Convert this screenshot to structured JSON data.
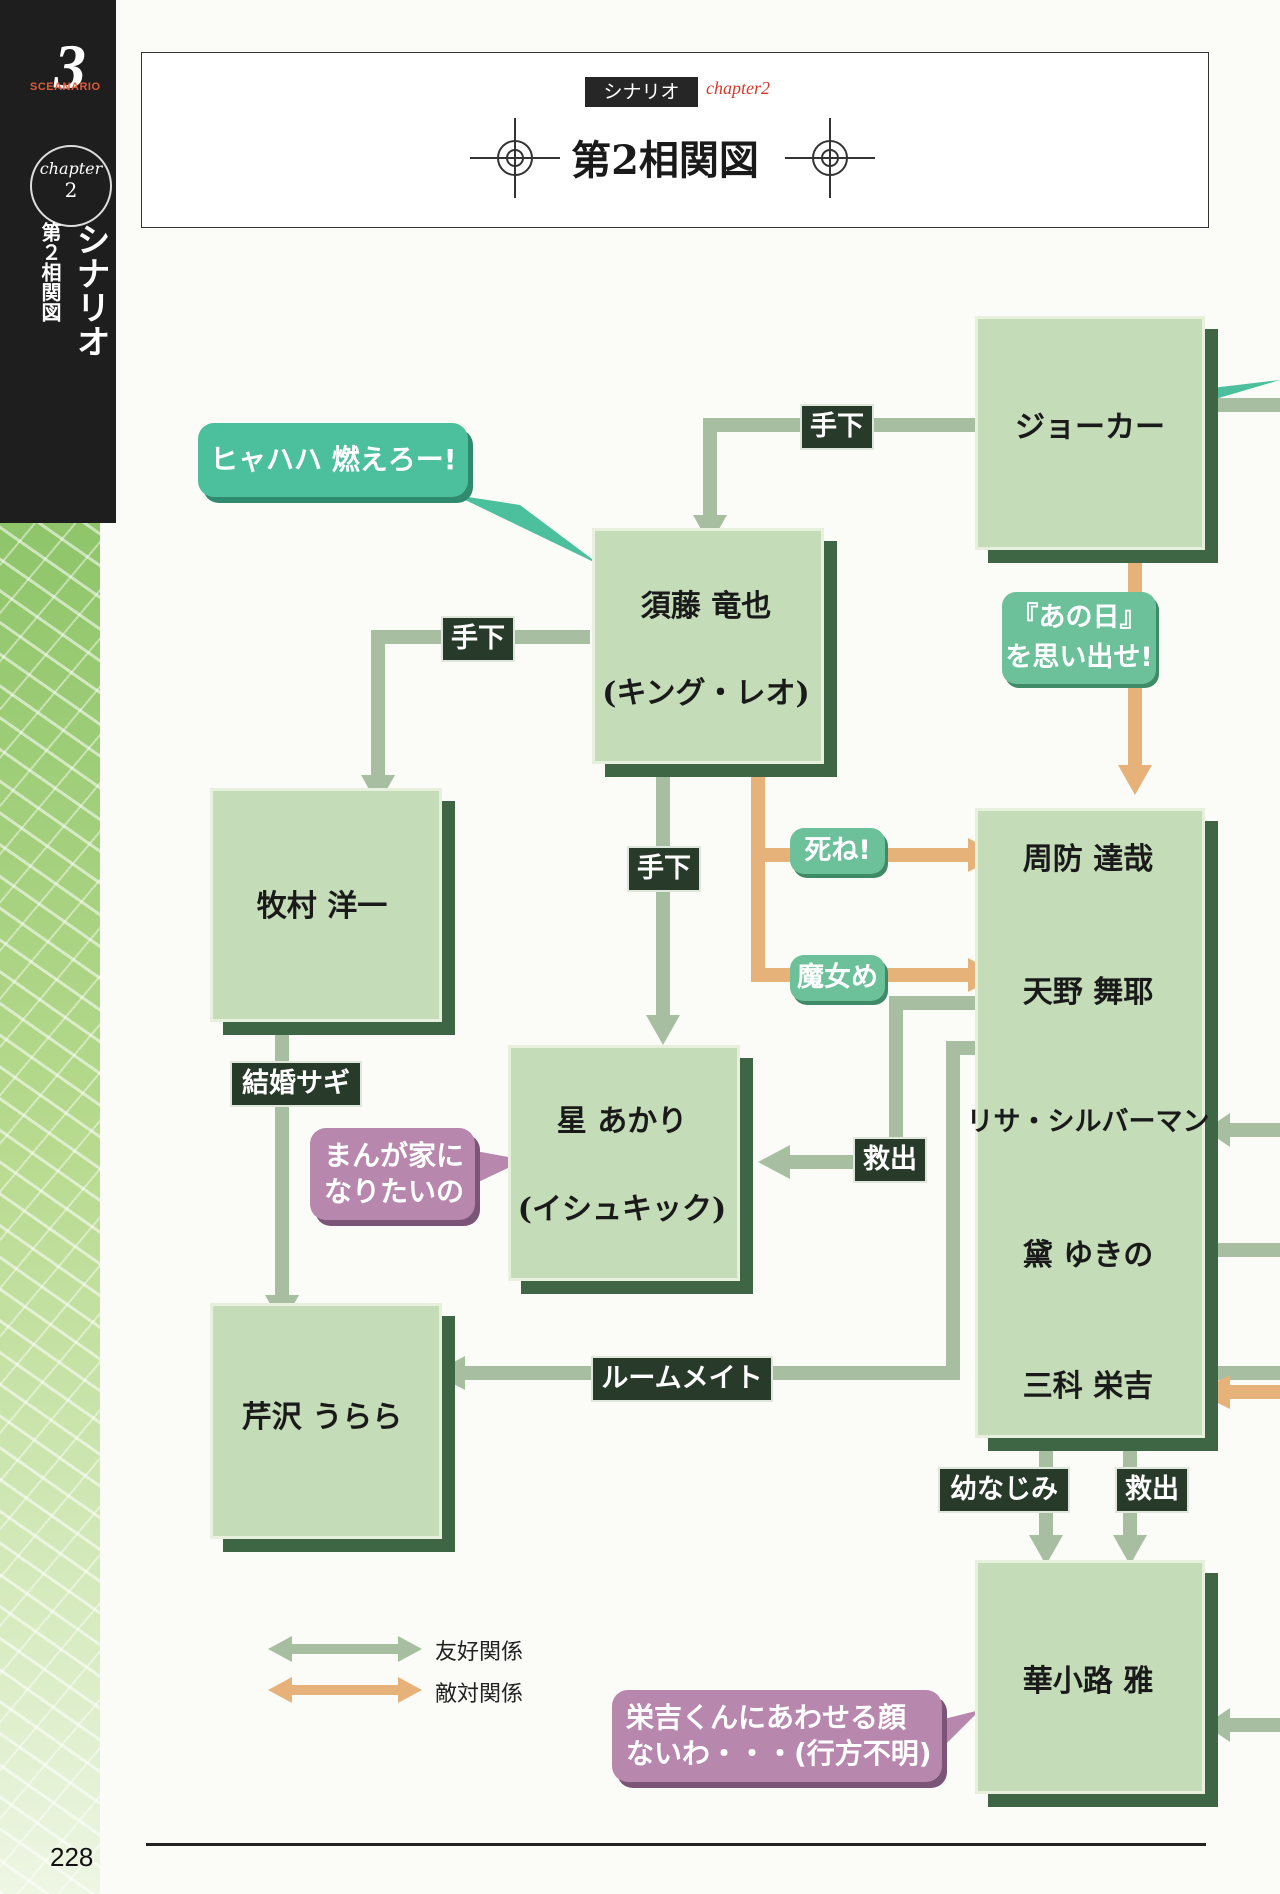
{
  "sidebar": {
    "section_number": "3",
    "section_tag": "SCEANARIO",
    "chapter_word": "chapter",
    "chapter_number": "2",
    "vertical_title": "シナリオ",
    "vertical_subtitle": "第２相関図"
  },
  "header": {
    "category": "シナリオ",
    "chapter_tag": "chapter2",
    "title": "第2相関図"
  },
  "nodes": {
    "joker": {
      "label": "ジョーカー"
    },
    "sudo": {
      "name": "須藤 竜也",
      "alias": "(キング・レオ)"
    },
    "makimura": {
      "label": "牧村 洋一"
    },
    "hoshi": {
      "name": "星 あかり",
      "alias": "(イシュキック)"
    },
    "serizawa": {
      "label": "芹沢 うらら"
    },
    "party": {
      "members": [
        "周防 達哉",
        "天野 舞耶",
        "リサ・シルバーマン",
        "黛 ゆきの",
        "三科 栄吉"
      ]
    },
    "hanakouji": {
      "label": "華小路 雅"
    }
  },
  "edges": {
    "joker_sudo": "手下",
    "sudo_makimura": "手下",
    "sudo_hoshi": "手下",
    "sudo_tatsuya": "死ね!",
    "sudo_maya": "魔女め",
    "joker_party": "『あの日』を思い出せ!",
    "makimura_serizawa": "結婚サギ",
    "party_hoshi": "救出",
    "party_serizawa": "ルームメイト",
    "eikichi_hanakouji_1": "幼なじみ",
    "eikichi_hanakouji_2": "救出"
  },
  "bubbles": {
    "sudo": "ヒャハハ 燃えろー!",
    "hoshi": [
      "まんが家に",
      "なりたいの"
    ],
    "hanakouji": [
      "栄吉くんにあわせる顔",
      "ないわ・・・(行方不明)"
    ]
  },
  "legend": {
    "friendly": "友好関係",
    "hostile": "敵対関係"
  },
  "colors": {
    "friendly": "#a7bfa0",
    "hostile": "#e6b27a",
    "node_fill": "#c4dcb8",
    "node_shadow": "#3f6644"
  },
  "page_number": "228"
}
